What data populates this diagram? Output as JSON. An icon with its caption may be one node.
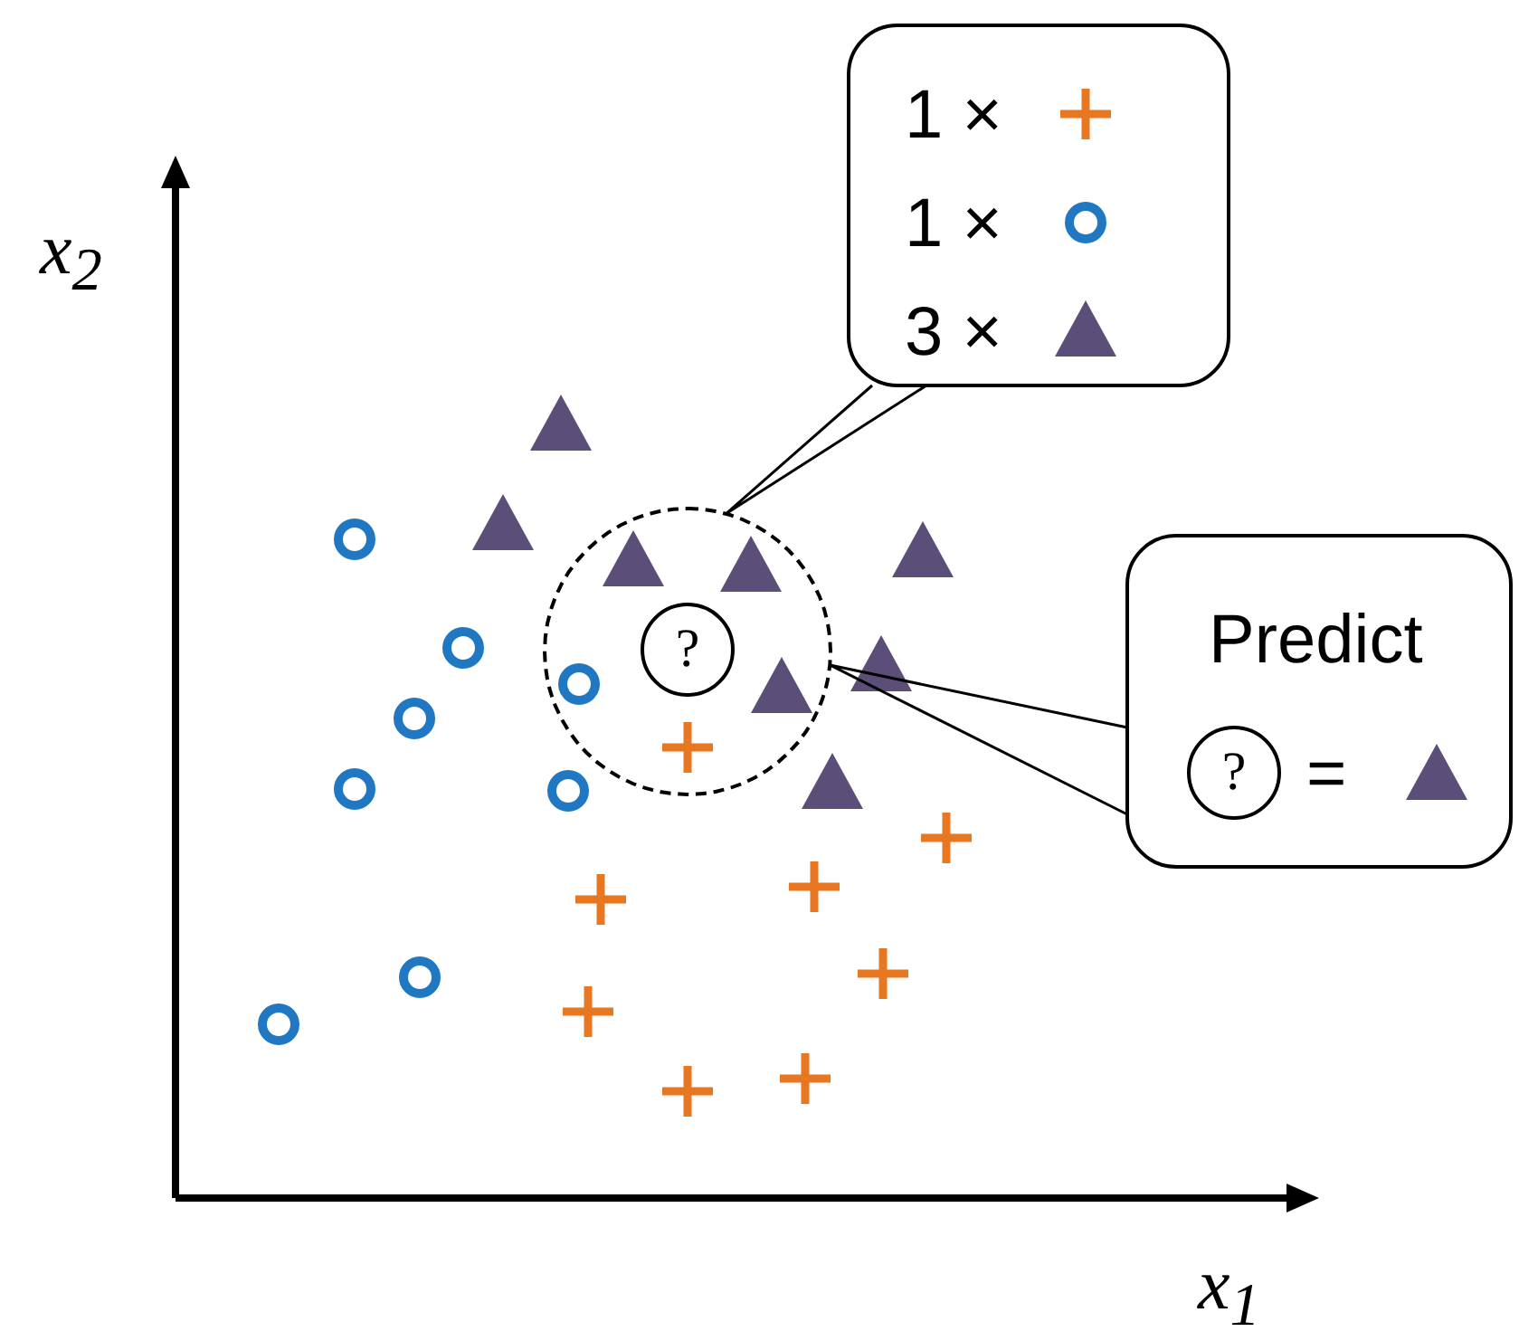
{
  "diagram": {
    "nodes": [
      {
        "text": [],
        "shape": "circle"
      },
      {
        "text": [
          "?"
        ],
        "in": 0
      },
      {
        "text": [
          "1 ×",
          "1 ×",
          "3 ×"
        ]
      },
      {
        "text": [
          "Predict",
          "="
        ]
      },
      {
        "text": [
          "?"
        ],
        "in": 3
      }
    ],
    "edges": [
      {
        "from": 2,
        "to": 0,
        "arrow": "none"
      },
      {
        "from": 3,
        "to": 0,
        "arrow": "none"
      }
    ],
    "labels": [
      "x$_{2}$",
      "x$_{1}$"
    ]
  }
}
